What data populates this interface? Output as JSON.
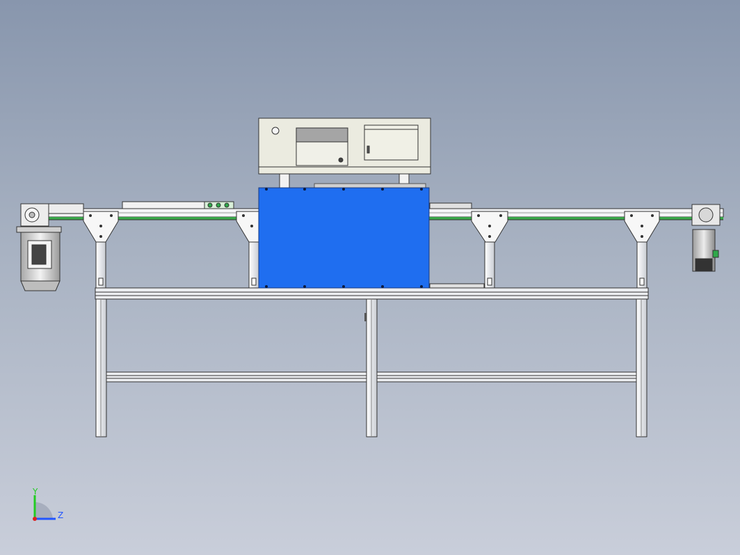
{
  "viewport": {
    "background_top": "#8896ad",
    "background_bottom": "#c9ceda"
  },
  "model": {
    "parts": [
      "left-gear-motor",
      "left-drive-head",
      "conveyor-belt",
      "guide-rail",
      "inspection-cabinet",
      "blue-enclosure",
      "support-legs",
      "frame-table",
      "right-servo-motor"
    ],
    "colors": {
      "enclosure": "#1f6ef0",
      "cabinet": "#ebebe0",
      "frame": "#e8e9ec",
      "belt": "#3aa84a",
      "motor": "#d8d8d8"
    }
  },
  "triad": {
    "y_label": "Y",
    "z_label": "Z",
    "y_color": "#22cc22",
    "z_color": "#2255ff",
    "x_color": "#dd2222"
  }
}
